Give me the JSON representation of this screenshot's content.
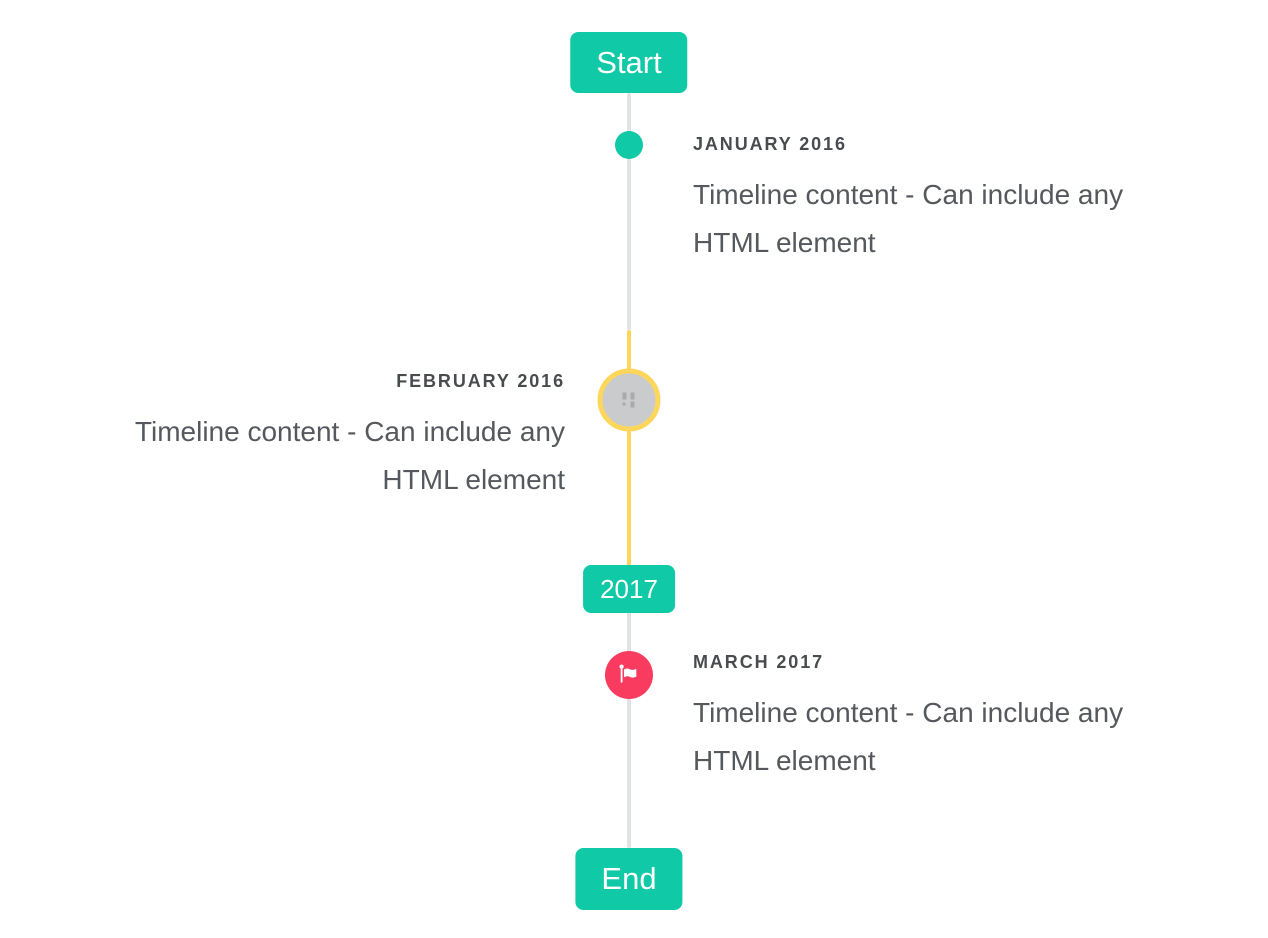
{
  "colors": {
    "accent_teal": "#10c9a6",
    "accent_red": "#f83b5e",
    "accent_yellow": "#ffd65c",
    "line_gray": "#e1e2e4",
    "circle_gray": "#c9cbcc",
    "title_text": "#494c4f",
    "body_text": "#55585c",
    "badge_text": "#ffffff",
    "background": "#ffffff"
  },
  "timeline": {
    "start_badge": "Start",
    "year_badge": "2017",
    "end_badge": "End",
    "items": [
      {
        "title": "JANUARY 2016",
        "side": "right",
        "marker": "teal-dot",
        "lines": [
          "Timeline content - Can include any",
          "HTML element"
        ]
      },
      {
        "title": "FEBRUARY 2016",
        "side": "left",
        "marker": "gray-circle-yellow-ring-broken-image",
        "lines": [
          "Timeline content - Can include any",
          "HTML element"
        ]
      },
      {
        "title": "MARCH 2017",
        "side": "right",
        "marker": "red-circle-flag",
        "lines": [
          "Timeline content - Can include any",
          "HTML element"
        ]
      }
    ]
  }
}
